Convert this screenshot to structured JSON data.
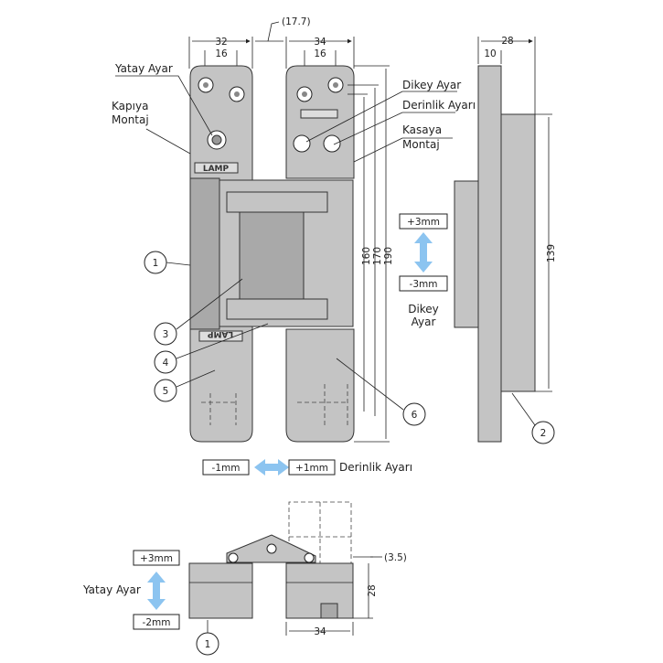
{
  "dimensions": {
    "gap": "(17.7)",
    "left_width": "32",
    "left_hole_spacing": "16",
    "right_width": "34",
    "right_hole_spacing": "16",
    "side_width": "28",
    "side_offset": "10",
    "h160": "160",
    "h170": "170",
    "h190": "190",
    "h139": "139",
    "bottom_gap": "(3.5)",
    "bottom_height": "28",
    "bottom_width": "34"
  },
  "labels": {
    "yatay_ayar": "Yatay Ayar",
    "kapiya_1": "Kapıya",
    "kapiya_2": "Montaj",
    "dikey_ayar": "Dikey Ayar",
    "derinlik_ayari": "Derinlik Ayarı",
    "kasaya_1": "Kasaya",
    "kasaya_2": "Montaj",
    "logo": "LAMP"
  },
  "vertical_adjust": {
    "plus": "+3mm",
    "minus": "-3mm",
    "label_1": "Dikey",
    "label_2": "Ayar"
  },
  "depth_adjust": {
    "minus": "-1mm",
    "plus": "+1mm",
    "label": "Derinlik Ayarı"
  },
  "horizontal_adjust": {
    "plus": "+3mm",
    "minus": "-2mm",
    "label": "Yatay Ayar"
  },
  "callouts": [
    "1",
    "2",
    "3",
    "4",
    "5",
    "6",
    "1"
  ],
  "colors": {
    "arrow": "#8cc4f0",
    "part": "#c4c4c4"
  }
}
